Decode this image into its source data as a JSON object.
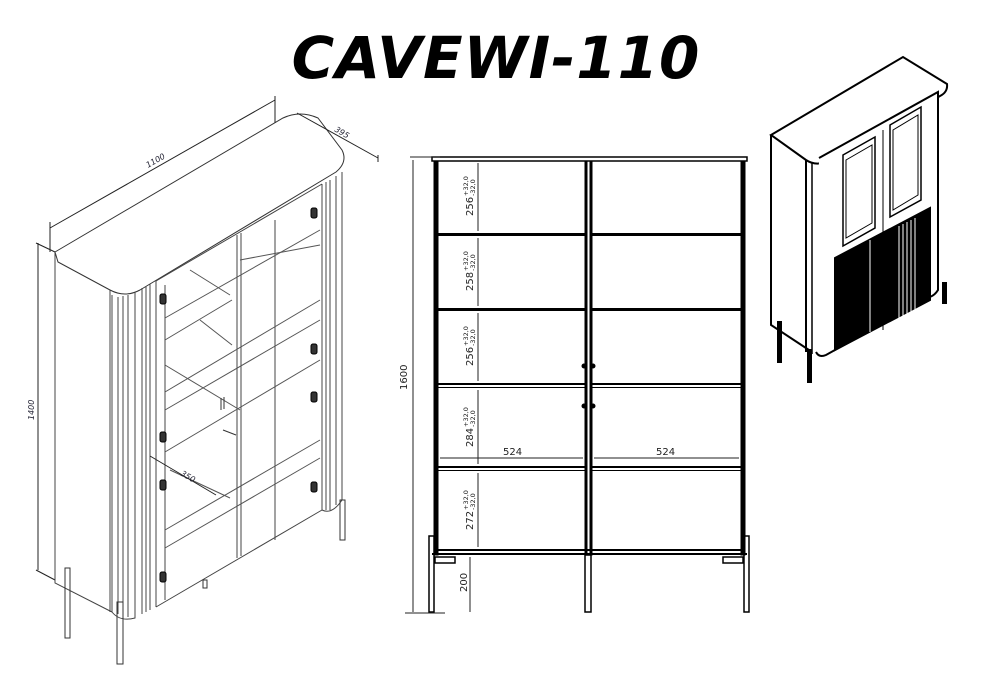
{
  "title": "CAVEWI-110",
  "isometric_view": {
    "width_label": "1100",
    "depth_label": "395",
    "height_label": "1400",
    "shelf_depth_label": "350"
  },
  "front_view": {
    "total_height_label": "1600",
    "leg_height_label": "200",
    "compartment_width_left": "524",
    "compartment_width_right": "524",
    "shelf_spacings": [
      {
        "value": "256",
        "tolerance_plus": "+32,0",
        "tolerance_minus": "-32,0"
      },
      {
        "value": "258",
        "tolerance_plus": "+32,0",
        "tolerance_minus": "-32,0"
      },
      {
        "value": "256",
        "tolerance_plus": "+32,0",
        "tolerance_minus": "-32,0"
      },
      {
        "value": "284",
        "tolerance_plus": "+32,0",
        "tolerance_minus": "-32,0"
      },
      {
        "value": "272",
        "tolerance_plus": "+32,0",
        "tolerance_minus": "-32,0"
      }
    ]
  },
  "colors": {
    "line": "#000000",
    "thin_line": "#555555",
    "background": "#ffffff"
  }
}
